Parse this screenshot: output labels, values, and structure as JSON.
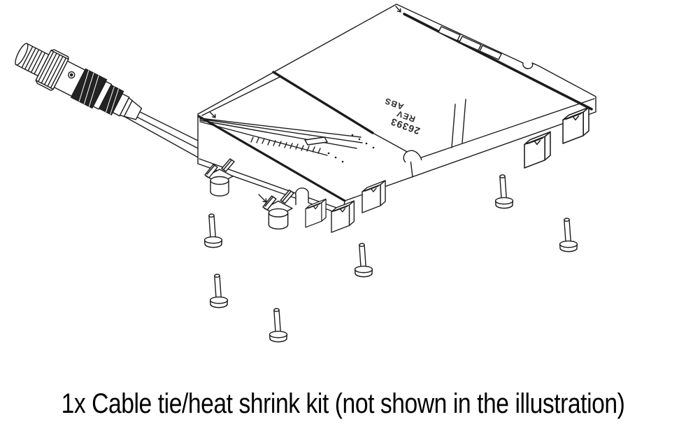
{
  "illustration": {
    "module_marking_line1": "26393",
    "module_marking_line2": "REV",
    "module_marking_line3": "ABS",
    "screw_count": "6",
    "cable_tie_mount_count": "2"
  },
  "caption": {
    "text": "1x Cable tie/heat shrink kit (not shown in the illustration)"
  },
  "colors": {
    "line": "#1c1c1c",
    "background": "#ffffff"
  }
}
